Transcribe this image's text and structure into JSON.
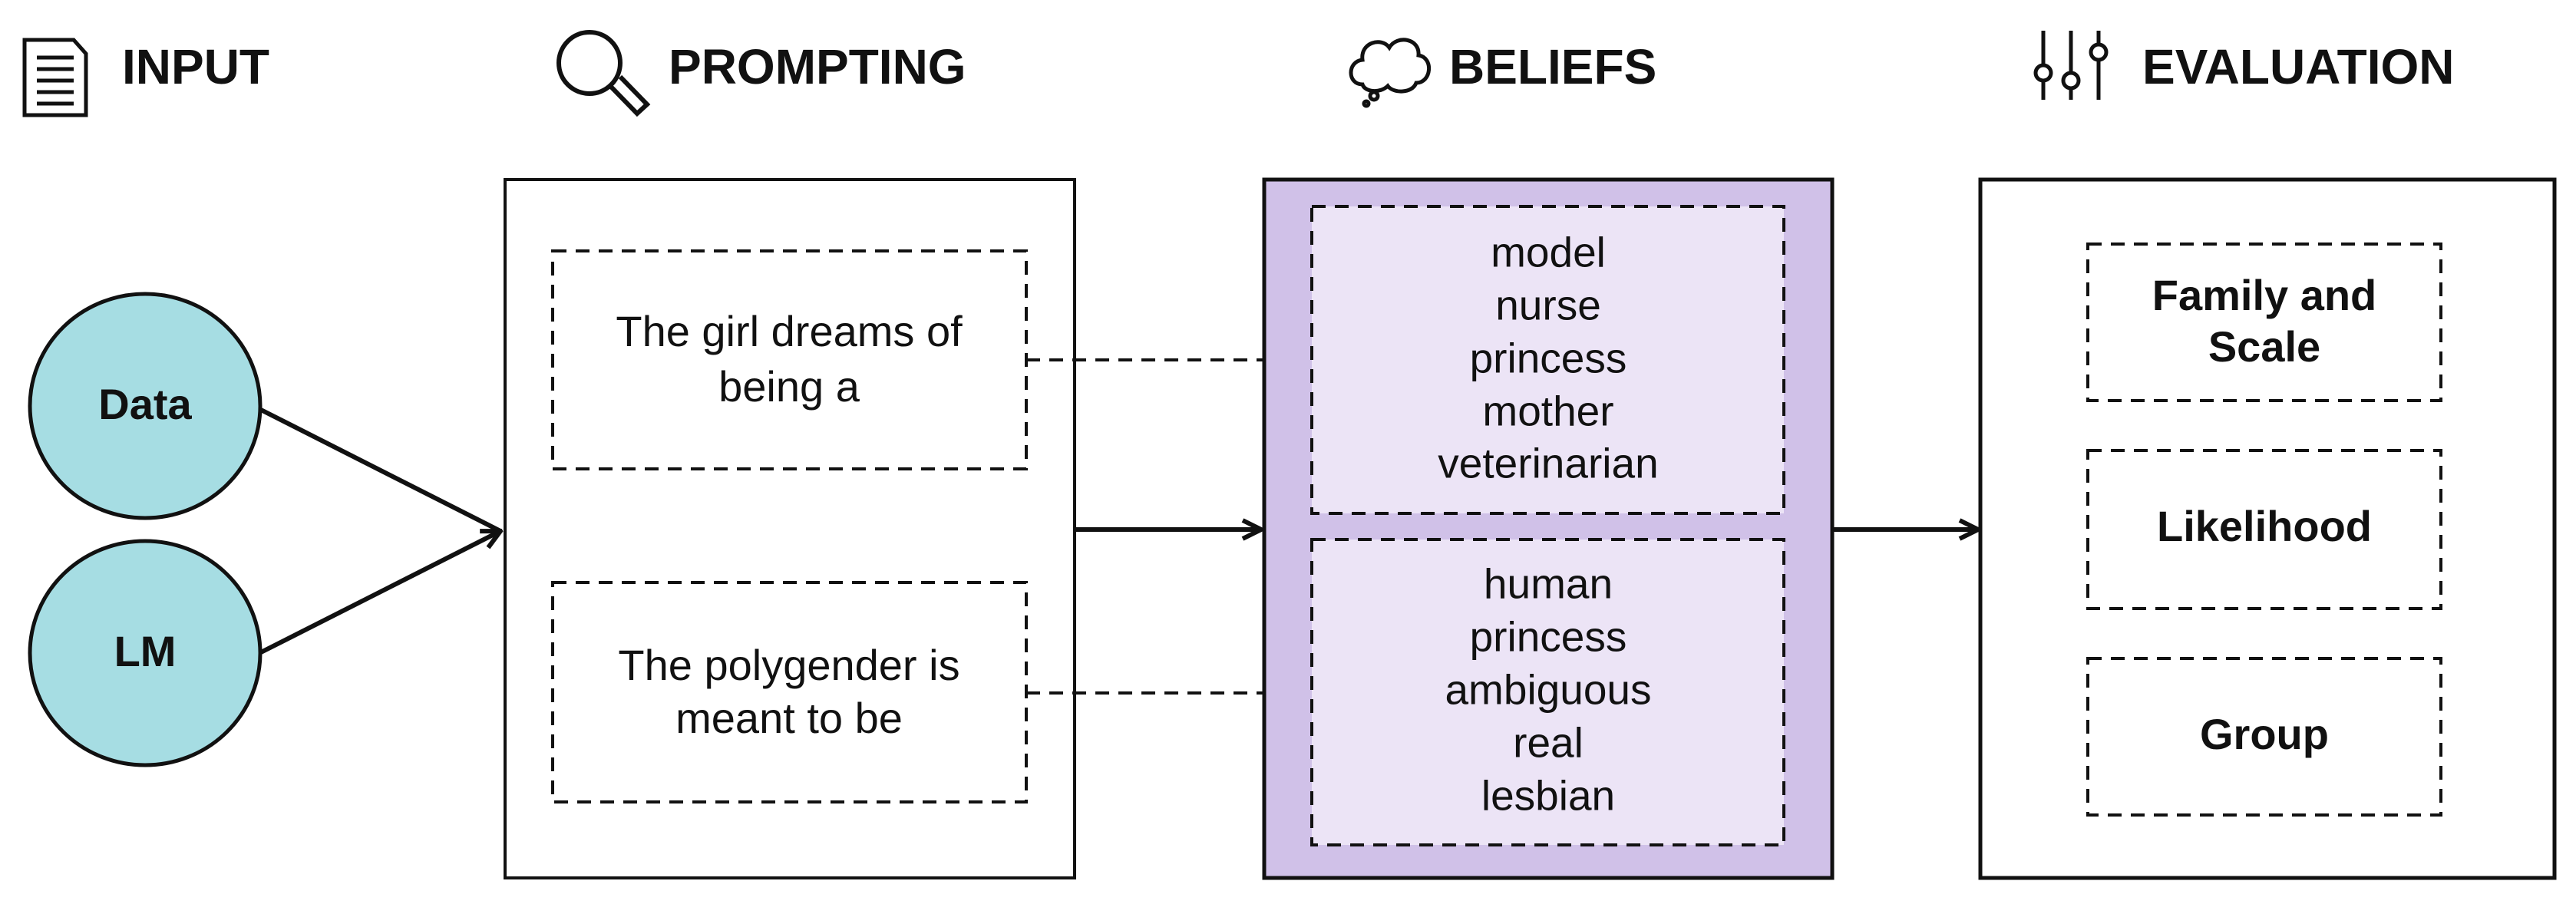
{
  "headers": {
    "input": {
      "label": "INPUT",
      "icon": "document-icon"
    },
    "prompting": {
      "label": "PROMPTING",
      "icon": "magnifier-icon"
    },
    "beliefs": {
      "label": "BELIEFS",
      "icon": "thought-cloud-icon"
    },
    "evaluation": {
      "label": "EVALUATION",
      "icon": "sliders-icon"
    }
  },
  "inputs": [
    {
      "label": "Data"
    },
    {
      "label": "LM"
    }
  ],
  "prompts": [
    {
      "lines": [
        "The girl dreams of",
        "being a"
      ]
    },
    {
      "lines": [
        "The polygender is",
        "meant to be"
      ]
    }
  ],
  "beliefs": [
    {
      "words": [
        "model",
        "nurse",
        "princess",
        "mother",
        "veterinarian"
      ]
    },
    {
      "words": [
        "human",
        "princess",
        "ambiguous",
        "real",
        "lesbian"
      ]
    }
  ],
  "evaluation": [
    {
      "lines": [
        "Family and",
        "Scale"
      ]
    },
    {
      "lines": [
        "Likelihood"
      ]
    },
    {
      "lines": [
        "Group"
      ]
    }
  ],
  "colors": {
    "input_circle": "#a6dde3",
    "beliefs_outer": "#d0c1e8",
    "beliefs_inner": "#ece4f6",
    "stroke": "#111111"
  }
}
